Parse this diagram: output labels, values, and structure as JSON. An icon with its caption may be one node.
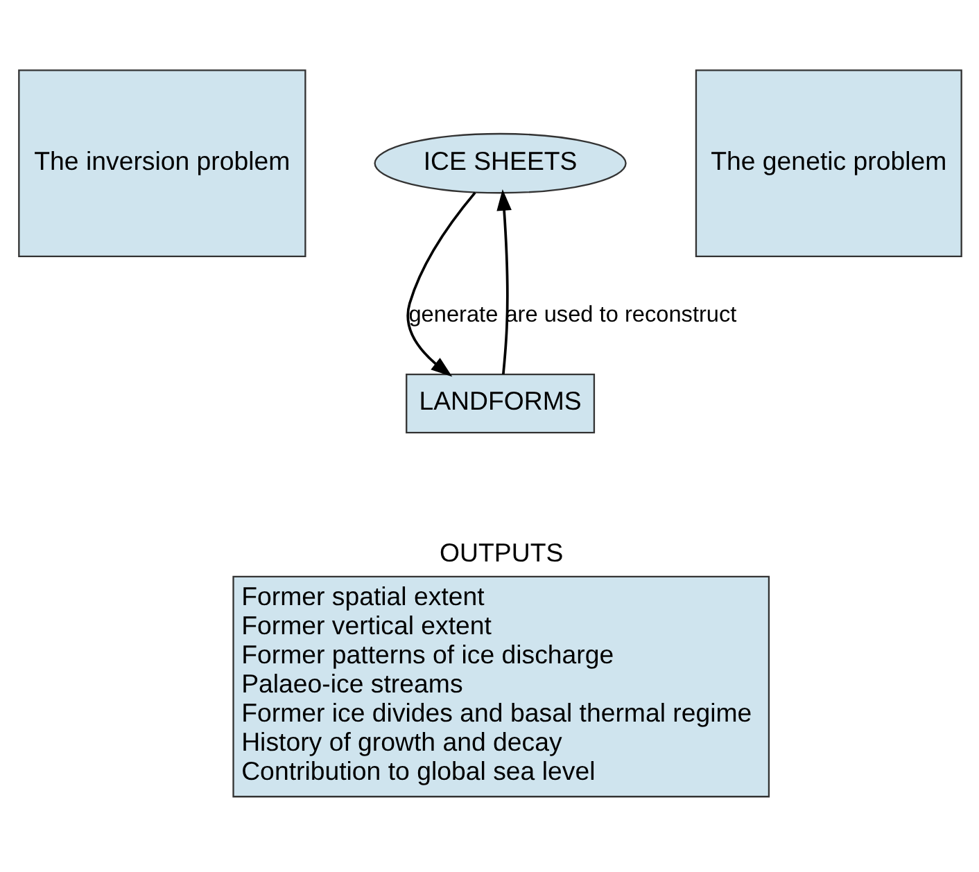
{
  "diagram": {
    "nodes": [
      {
        "text": [
          "The inversion problem"
        ]
      },
      {
        "text": [
          "ICE SHEETS"
        ]
      },
      {
        "text": [
          "The genetic problem"
        ]
      },
      {
        "text": [
          "LANDFORMS"
        ]
      },
      {
        "text": [
          "OUTPUTS",
          "Former spatial extent",
          "Former vertical extent",
          "Former patterns of ice discharge",
          "Palaeo-ice streams",
          "Former ice divides and basal thermal regime",
          "History of growth and decay",
          "Contribution to global sea level"
        ]
      }
    ],
    "edges": [
      {
        "from": 1,
        "to": 3,
        "arrow": "to",
        "label": "generate"
      },
      {
        "from": 3,
        "to": 1,
        "arrow": "to",
        "label": "are used to reconstruct"
      }
    ]
  }
}
